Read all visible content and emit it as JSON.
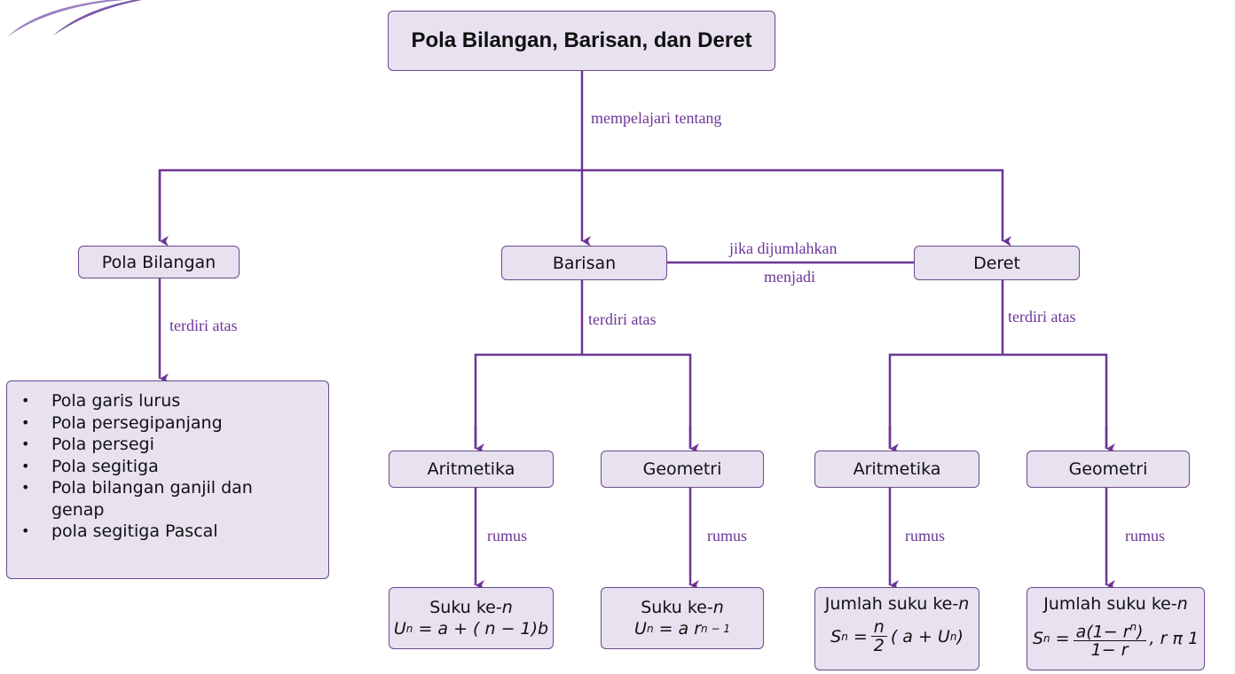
{
  "title": "Pola Bilangan, Barisan, dan Deret",
  "labels": {
    "mempelajari": "mempelajari tentang",
    "jika": "jika dijumlahkan",
    "menjadi": "menjadi",
    "terdiri_1": "terdiri atas",
    "terdiri_2": "terdiri atas",
    "terdiri_3": "terdiri atas",
    "rumus_1": "rumus",
    "rumus_2": "rumus",
    "rumus_3": "rumus",
    "rumus_4": "rumus"
  },
  "nodes": {
    "pola_bilangan": "Pola Bilangan",
    "barisan": "Barisan",
    "deret": "Deret",
    "aritmetika_barisan": "Aritmetika",
    "geometri_barisan": "Geometri",
    "aritmetika_deret": "Aritmetika",
    "geometri_deret": "Geometri"
  },
  "pola_list": [
    "Pola garis lurus",
    "Pola persegipanjang",
    "Pola persegi",
    "Pola segitiga",
    "Pola bilangan ganjil dan genap",
    "pola segitiga Pascal"
  ],
  "formulas": {
    "f1_title": "Suku ke-",
    "f1_n": "n",
    "f2_title": "Suku ke-",
    "f2_n": "n",
    "f3_title": "Jumlah suku ke-",
    "f3_n": "n",
    "f4_title": "Jumlah suku ke-",
    "f4_n": "n"
  },
  "colors": {
    "line": "#6d3596",
    "box_fill": "#e7e1f0",
    "box_border": "#6b4a8c"
  }
}
